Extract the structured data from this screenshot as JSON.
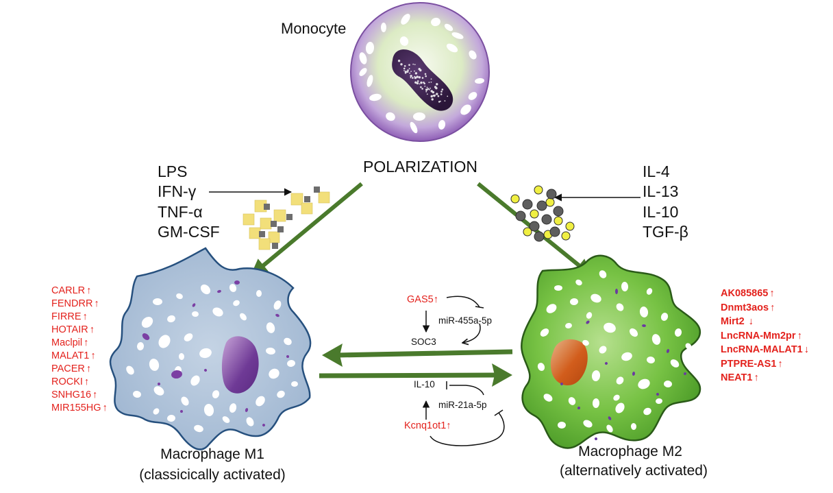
{
  "labels": {
    "monocyte": "Monocyte",
    "polarization": "POLARIZATION",
    "m1_title": "Macrophage M1",
    "m1_subtitle": "(classicically activated)",
    "m2_title": "Macrophage M2",
    "m2_subtitle": "(alternatively activated)"
  },
  "m1_stimuli": [
    "LPS",
    "IFN-γ",
    "TNF-α",
    "GM-CSF"
  ],
  "m2_stimuli": [
    "IL-4",
    "IL-13",
    "IL-10",
    "TGF-β"
  ],
  "m1_lncrnas": [
    {
      "name": "CARLR",
      "mark": "↑"
    },
    {
      "name": "FENDRR",
      "mark": "↑"
    },
    {
      "name": "FIRRE",
      "mark": "↑"
    },
    {
      "name": "HOTAIR",
      "mark": "↑"
    },
    {
      "name": "Maclpil",
      "mark": "↑"
    },
    {
      "name": "MALAT1",
      "mark": "↑"
    },
    {
      "name": "PACER",
      "mark": "↑"
    },
    {
      "name": "ROCKI",
      "mark": "↑"
    },
    {
      "name": "SNHG16",
      "mark": "↑"
    },
    {
      "name": "MIR155HG",
      "mark": "↑"
    }
  ],
  "m2_lncrnas": [
    {
      "name": "AK085865",
      "mark": "↑"
    },
    {
      "name": "Dnmt3aos",
      "mark": "↑"
    },
    {
      "name": "Mirt2",
      "mark": " ↓"
    },
    {
      "name": "LncRNA-Mm2pr",
      "mark": "↑"
    },
    {
      "name": "LncRNA-MALAT1",
      "mark": "↓"
    },
    {
      "name": "PTPRE-AS1",
      "mark": "↑"
    },
    {
      "name": "NEAT1",
      "mark": "↑"
    }
  ],
  "pathway_top": {
    "lncrna": "GAS5",
    "mark": "↑",
    "mirna": "miR-455a-5p",
    "target": "SOC3"
  },
  "pathway_bottom": {
    "lncrna": "Kcnq1ot1",
    "mark": "↑",
    "mirna": "miR-21a-5p",
    "target": "IL-10"
  },
  "colors": {
    "gene_red": "#e3211c",
    "arrow_green": "#4a7a2c",
    "m1_body": "#a9bed6",
    "m1_outline": "#2f4f78",
    "m2_body": "#63b536",
    "m2_outline": "#2d6219",
    "monocyte_rim": "#9b6bbf",
    "nucleus_purple": "#6b3f8f",
    "m2_nucleus": "#d4651f"
  }
}
